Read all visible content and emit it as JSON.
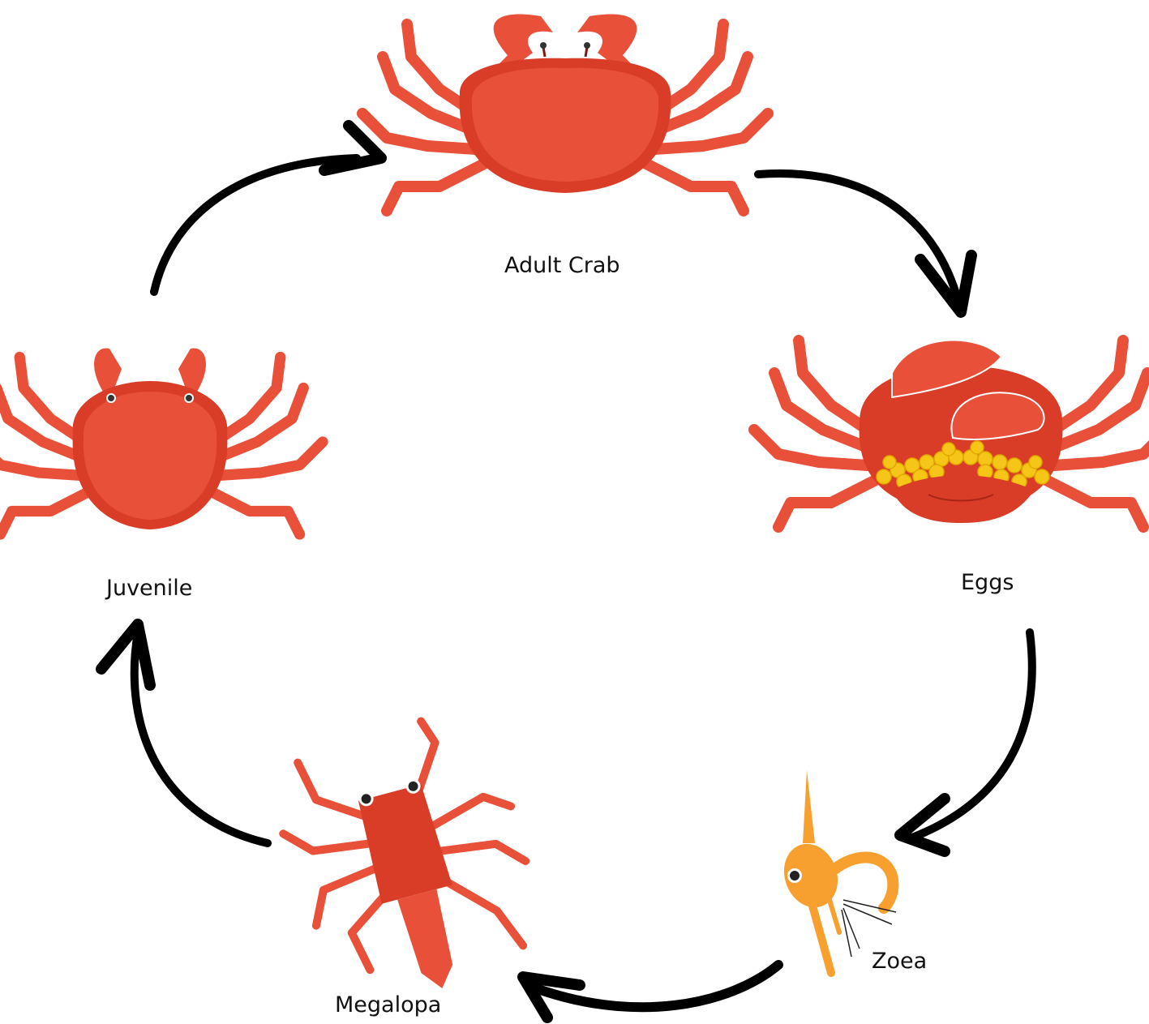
{
  "diagram": {
    "type": "life-cycle",
    "stages": [
      {
        "id": "adult",
        "label": "Adult Crab"
      },
      {
        "id": "eggs",
        "label": "Eggs"
      },
      {
        "id": "zoea",
        "label": "Zoea"
      },
      {
        "id": "megalopa",
        "label": "Megalopa"
      },
      {
        "id": "juvenile",
        "label": "Juvenile"
      }
    ],
    "flow": [
      "adult",
      "eggs",
      "zoea",
      "megalopa",
      "juvenile",
      "adult"
    ]
  },
  "colors": {
    "crab_body": "#e8503a",
    "crab_dark": "#d93d28",
    "crab_light": "#f06a52",
    "egg_yellow": "#f5c518",
    "zoea_orange": "#f7a030",
    "arrow": "#000000",
    "background": "#ffffff"
  },
  "icons": [
    "adult-crab-icon",
    "egg-bearing-crab-icon",
    "zoea-larva-icon",
    "megalopa-larva-icon",
    "juvenile-crab-icon",
    "cycle-arrow-icon"
  ]
}
